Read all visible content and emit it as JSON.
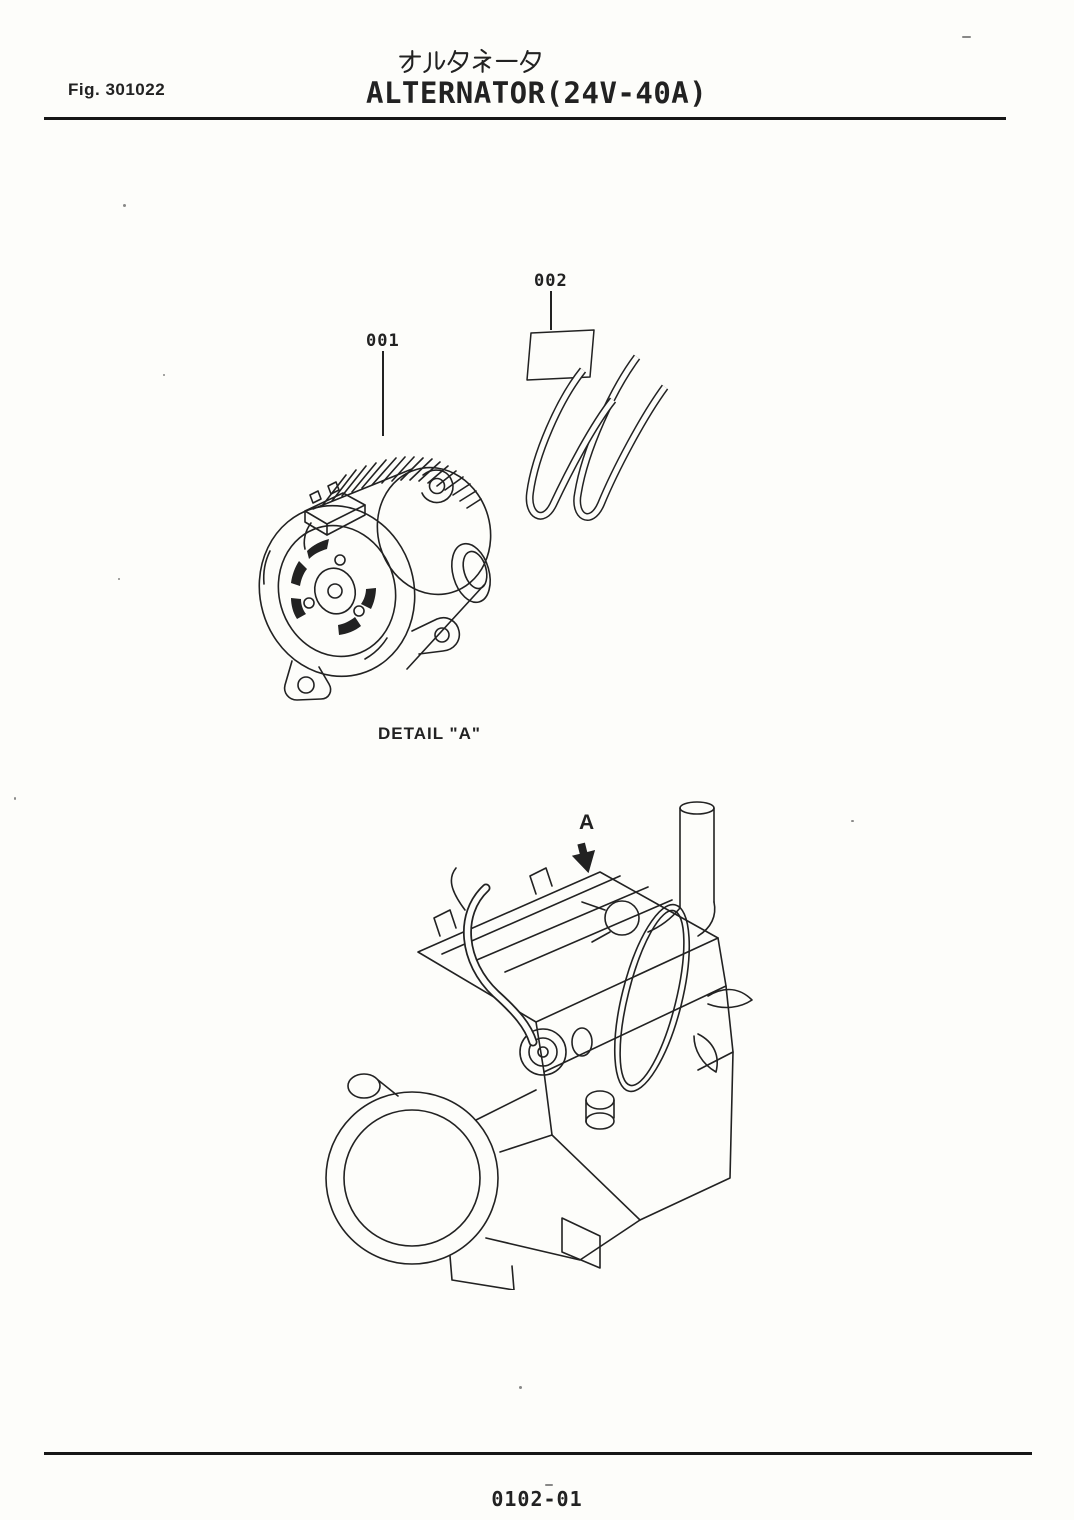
{
  "header": {
    "fig_label": "Fig. 301022",
    "title_ja": "オルタネータ",
    "title_en": "ALTERNATOR(24V-40A)"
  },
  "callouts": {
    "part_001": {
      "label": "001"
    },
    "part_002": {
      "label": "002"
    },
    "detail_caption": "DETAIL \"A\"",
    "view_label": "A"
  },
  "figures": {
    "alternator": "alternator-line-art-detail-a",
    "v_belts": "v-belt-pair-line-art",
    "engine": "engine-line-art-with-alternator-location"
  },
  "footer": {
    "page_code": "0102-01"
  },
  "colors": {
    "ink": "#222222",
    "paper": "#fdfdfa"
  }
}
